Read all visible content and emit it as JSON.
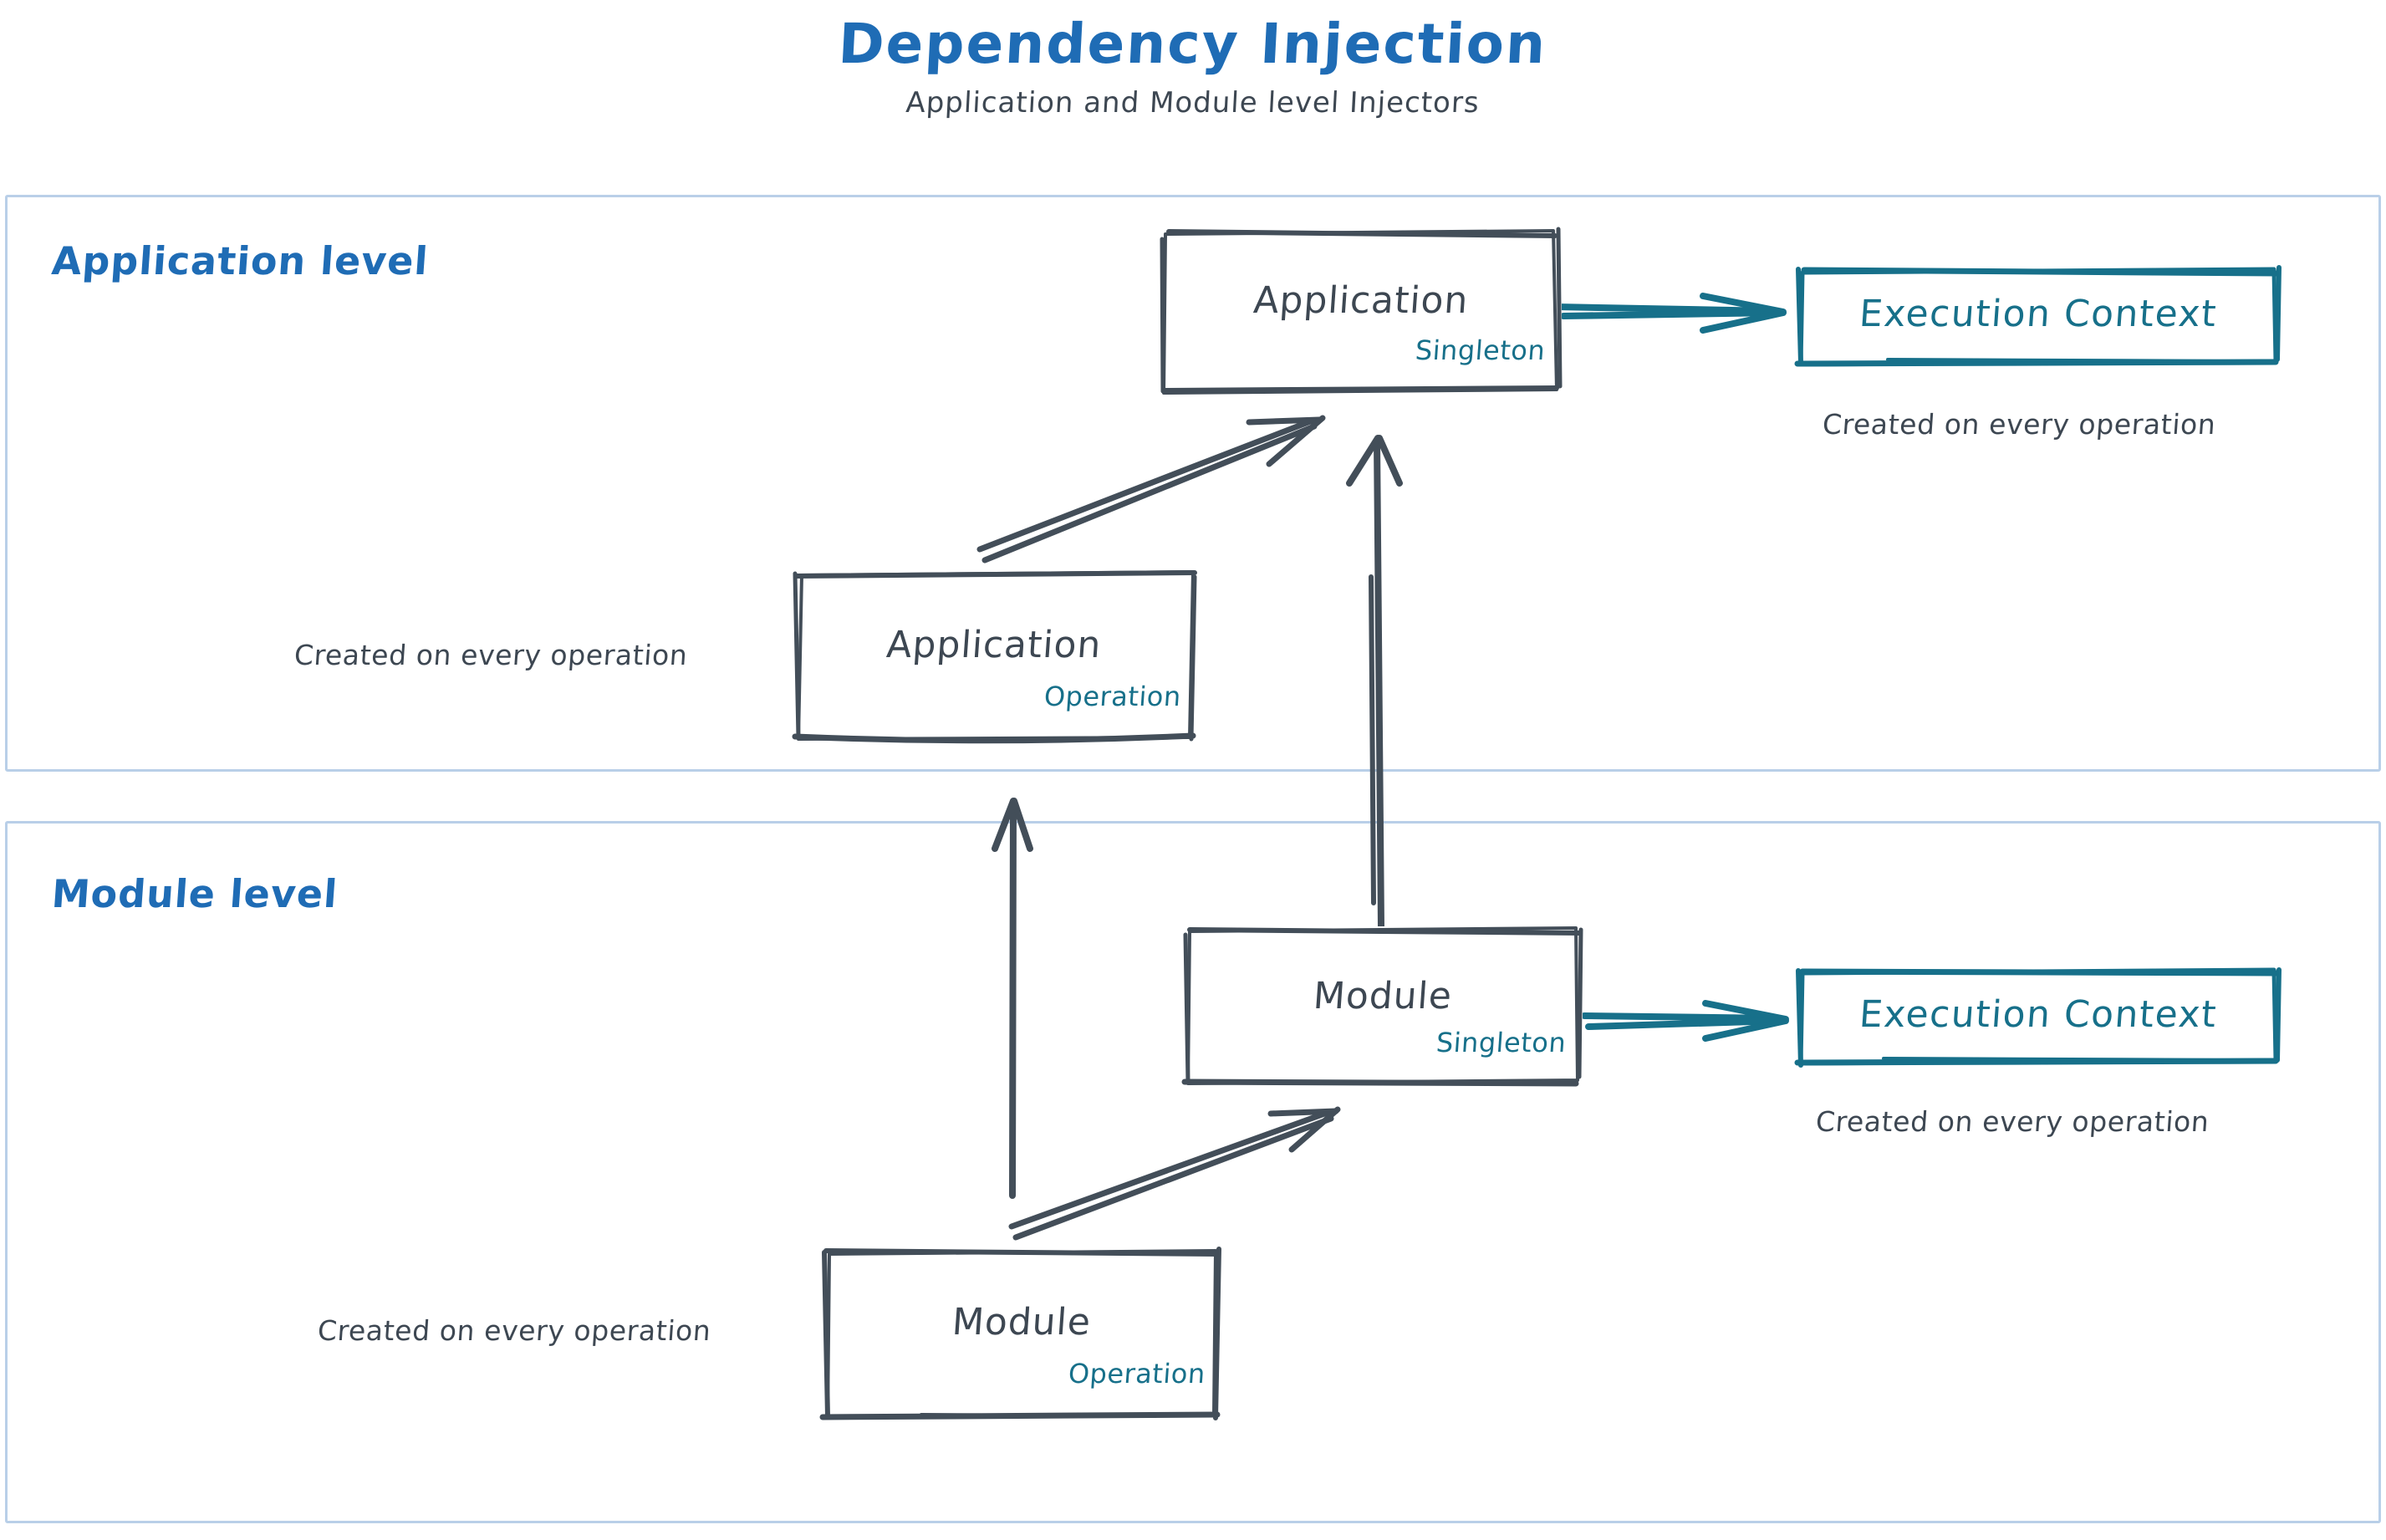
{
  "title": "Dependency Injection",
  "subtitle": "Application and Module level Injectors",
  "colors": {
    "title_blue": "#1f6cb5",
    "container_border": "#b9cfe8",
    "node_stroke": "#434e59",
    "node_text": "#3d4752",
    "scope_teal": "#17708a",
    "background": "#ffffff"
  },
  "levels": [
    {
      "id": "application-level",
      "label": "Application level"
    },
    {
      "id": "module-level",
      "label": "Module level"
    }
  ],
  "nodes": {
    "application_singleton": {
      "title": "Application",
      "scope": "Singleton"
    },
    "application_operation": {
      "title": "Application",
      "scope": "Operation"
    },
    "module_singleton": {
      "title": "Module",
      "scope": "Singleton"
    },
    "module_operation": {
      "title": "Module",
      "scope": "Operation"
    }
  },
  "execution_contexts": {
    "application": {
      "label": "Execution Context",
      "note": "Created on every operation"
    },
    "module": {
      "label": "Execution Context",
      "note": "Created on every operation"
    }
  },
  "annotations": {
    "application_operation_note": "Created on every operation",
    "module_operation_note": "Created on every operation"
  }
}
